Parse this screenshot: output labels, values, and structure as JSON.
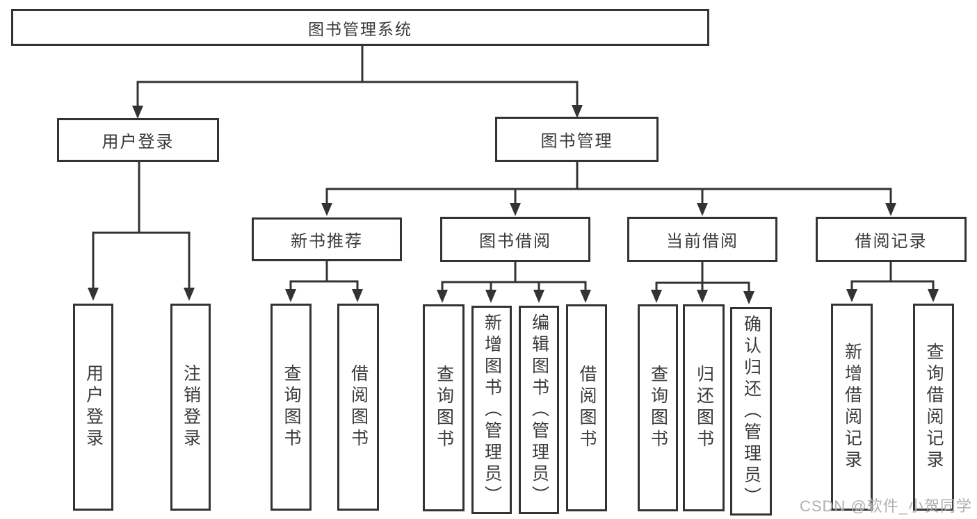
{
  "diagram": {
    "root": {
      "label": "图书管理系统"
    },
    "user_login": {
      "label": "用户登录",
      "children": [
        {
          "label": "用户登录"
        },
        {
          "label": "注销登录"
        }
      ]
    },
    "book_management": {
      "label": "图书管理",
      "groups": [
        {
          "label": "新书推荐",
          "children": [
            {
              "label": "查询图书"
            },
            {
              "label": "借阅图书"
            }
          ]
        },
        {
          "label": "图书借阅",
          "children": [
            {
              "label": "查询图书"
            },
            {
              "label": "新增图书（管理员）"
            },
            {
              "label": "编辑图书（管理员）"
            },
            {
              "label": "借阅图书"
            }
          ]
        },
        {
          "label": "当前借阅",
          "children": [
            {
              "label": "查询图书"
            },
            {
              "label": "归还图书"
            },
            {
              "label": "确认归还（管理员）"
            }
          ]
        },
        {
          "label": "借阅记录",
          "children": [
            {
              "label": "新增借阅记录"
            },
            {
              "label": "查询借阅记录"
            }
          ]
        }
      ]
    }
  },
  "watermark": {
    "label": "CSDN @软件_小贺同学"
  },
  "colors": {
    "line": "#333333",
    "text": "#3a3a3a",
    "background": "#ffffff",
    "watermark": "#b0b0b0"
  }
}
